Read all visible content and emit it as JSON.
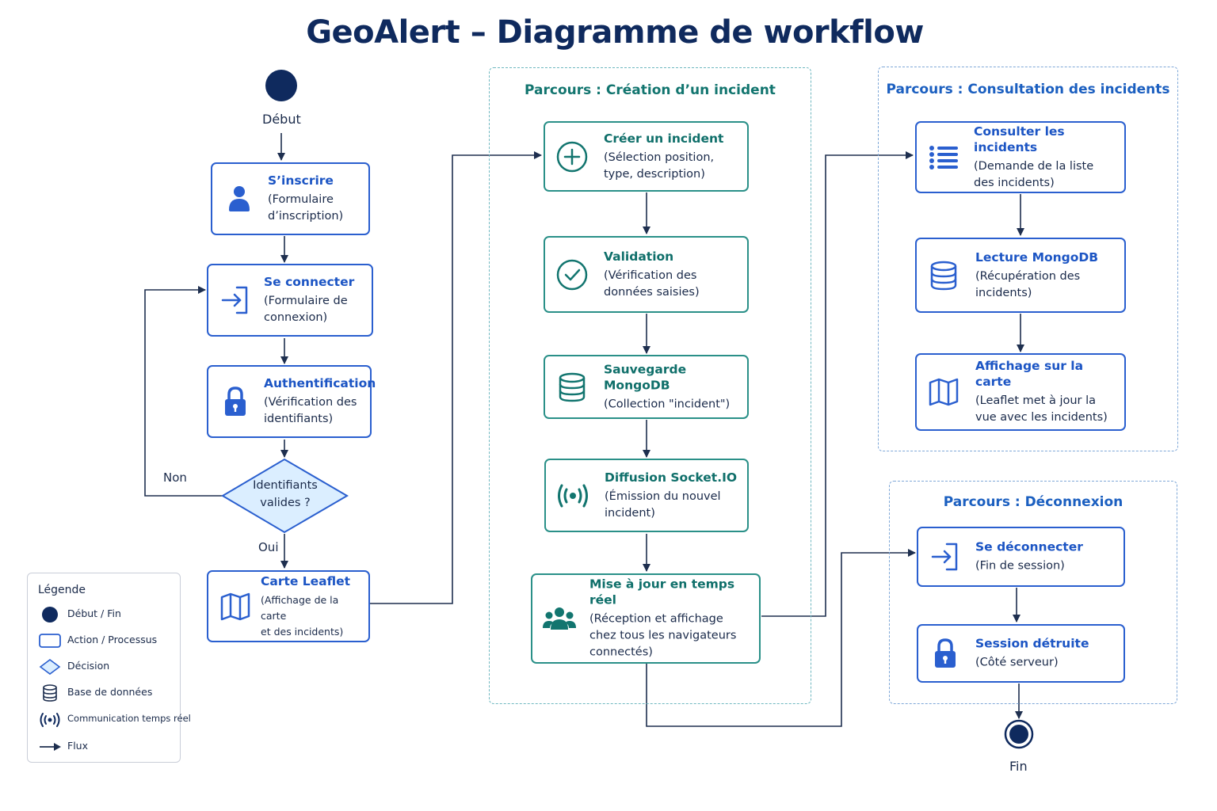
{
  "title": "GeoAlert – Diagramme de workflow",
  "start": {
    "label": "Début"
  },
  "end": {
    "label": "Fin"
  },
  "left_flow": {
    "register": {
      "title": "S’inscrire",
      "desc": "(Formulaire\nd’inscription)"
    },
    "login": {
      "title": "Se connecter",
      "desc": "(Formulaire de\nconnexion)"
    },
    "auth": {
      "title": "Authentification",
      "desc": "(Vérification des\nidentifiants)"
    },
    "decision": {
      "text": "Identifiants\nvalides ?",
      "no_label": "Non",
      "yes_label": "Oui"
    },
    "map": {
      "title": "Carte Leaflet",
      "desc": "(Affichage de la carte\net des incidents)"
    }
  },
  "creation": {
    "group_title": "Parcours : Création d’un incident",
    "create": {
      "title": "Créer un incident",
      "desc": "(Sélection position,\ntype, description)"
    },
    "validation": {
      "title": "Validation",
      "desc": "(Vérification des\ndonnées saisies)"
    },
    "save": {
      "title": "Sauvegarde MongoDB",
      "desc": "(Collection \"incident\")"
    },
    "broadcast": {
      "title": "Diffusion Socket.IO",
      "desc": "(Émission du nouvel\nincident)"
    },
    "realtime": {
      "title": "Mise à jour en temps réel",
      "desc": "(Réception et affichage\nchez tous les navigateurs\nconnectés)"
    }
  },
  "consultation": {
    "group_title": "Parcours : Consultation des incidents",
    "list": {
      "title": "Consulter les incidents",
      "desc": "(Demande de la liste\ndes incidents)"
    },
    "read": {
      "title": "Lecture MongoDB",
      "desc": "(Récupération des\nincidents)"
    },
    "display": {
      "title": "Affichage sur la carte",
      "desc": "(Leaflet met à jour la\nvue avec les incidents)"
    }
  },
  "logout": {
    "group_title": "Parcours : Déconnexion",
    "disconnect": {
      "title": "Se déconnecter",
      "desc": "(Fin de session)"
    },
    "destroyed": {
      "title": "Session détruite",
      "desc": "(Côté serveur)"
    }
  },
  "legend": {
    "title": "Légende",
    "items": [
      "Début / Fin",
      "Action / Processus",
      "Décision",
      "Base de données",
      "Communication temps réel",
      "Flux"
    ]
  },
  "colors": {
    "navy": "#0f2a5e",
    "blue": "#2a5fcf",
    "teal": "#2a9088",
    "arrow": "#1e2f4f",
    "decision_fill": "#dbeeff"
  }
}
